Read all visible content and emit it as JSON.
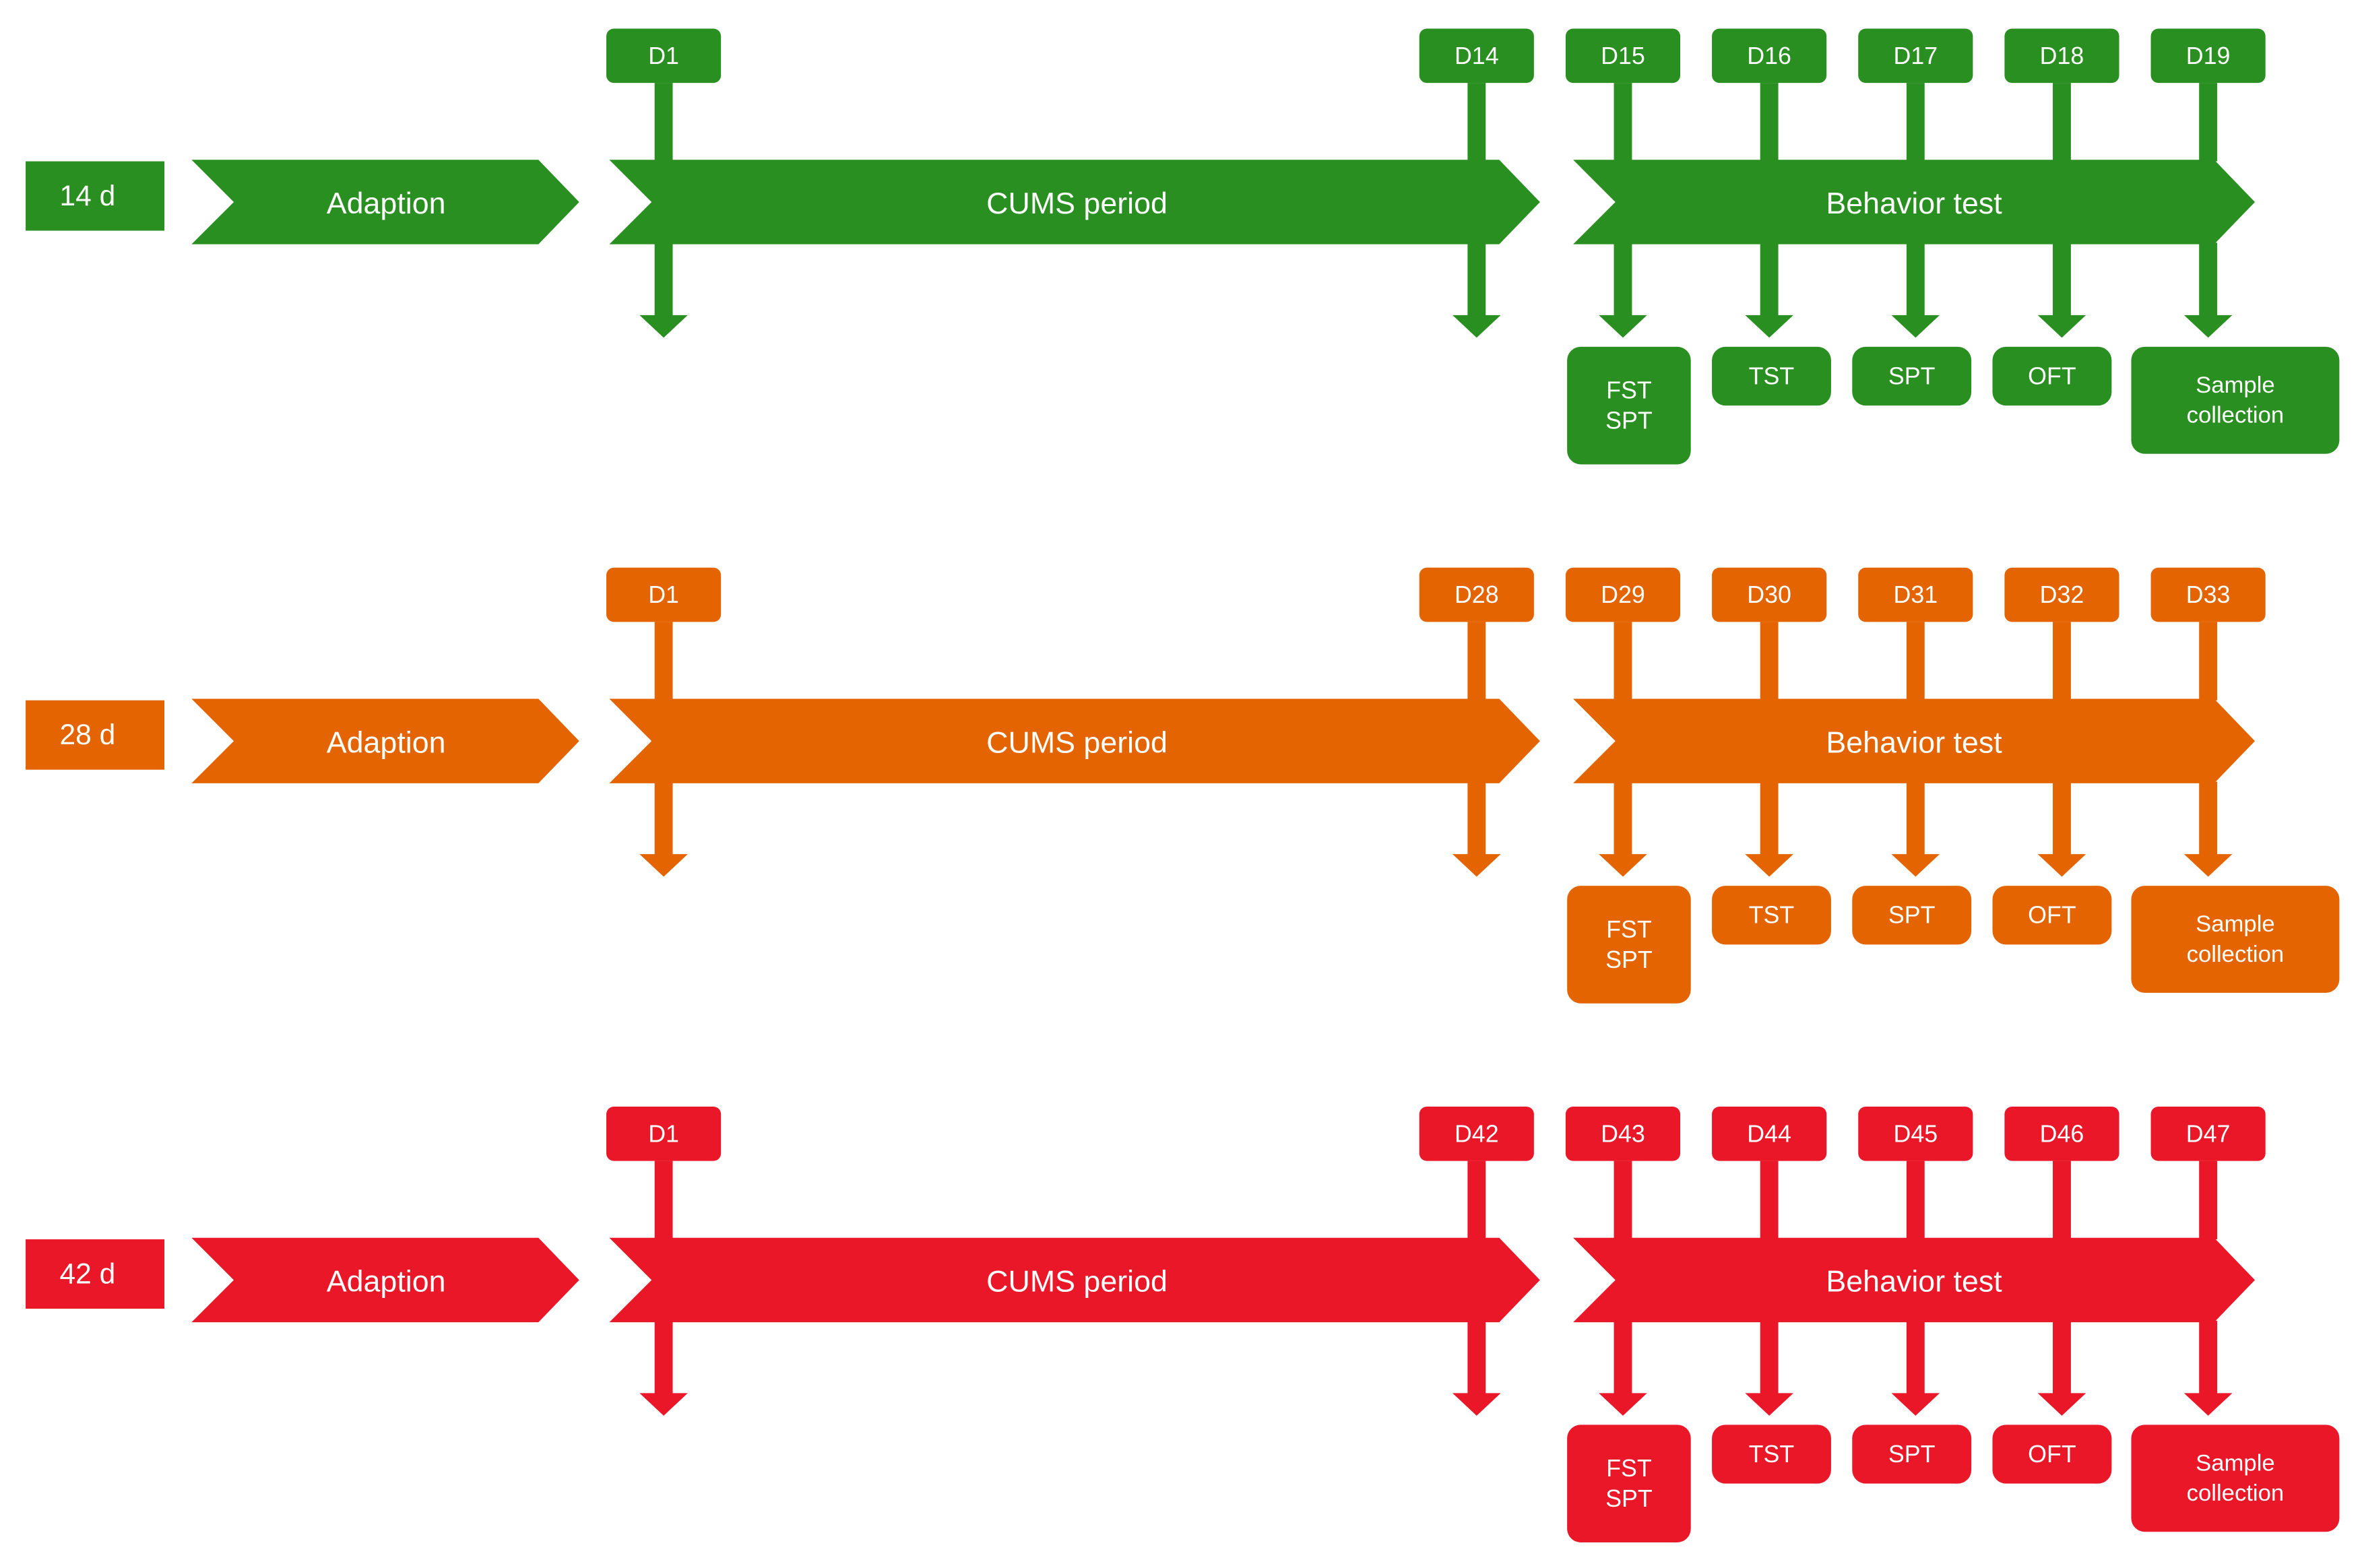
{
  "labels": {
    "adaption": "Adaption",
    "cums": "CUMS period",
    "behavior": "Behavior test",
    "tests": [
      "FST",
      "SPT",
      "TST",
      "SPT",
      "OFT",
      "Sample",
      "collection"
    ]
  },
  "rows": [
    {
      "duration": "14 d",
      "color": "#2a8f21",
      "cums_start": "D1",
      "cums_end": "D14",
      "test_days": [
        "D15",
        "D16",
        "D17",
        "D18",
        "D19"
      ]
    },
    {
      "duration": "28 d",
      "color": "#e36400",
      "cums_start": "D1",
      "cums_end": "D28",
      "test_days": [
        "D29",
        "D30",
        "D31",
        "D32",
        "D33"
      ]
    },
    {
      "duration": "42 d",
      "color": "#ea1728",
      "cums_start": "D1",
      "cums_end": "D42",
      "test_days": [
        "D43",
        "D44",
        "D45",
        "D46",
        "D47"
      ]
    }
  ]
}
